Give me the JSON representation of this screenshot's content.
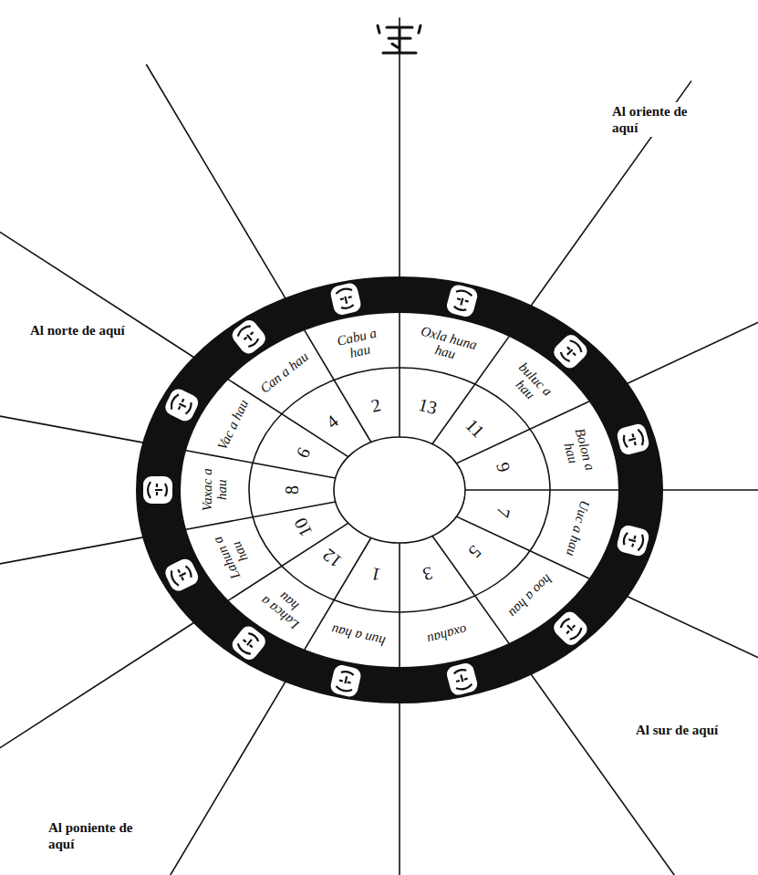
{
  "diagram": {
    "nodes": [
      {
        "text": [
          "Oxla huna hau"
        ]
      },
      {
        "text": [
          "buluc a hau"
        ]
      },
      {
        "text": [
          "Bolon a hau"
        ]
      },
      {
        "text": [
          "Uuc a hau"
        ]
      },
      {
        "text": [
          "hoo a hau"
        ]
      },
      {
        "text": [
          "oxahau"
        ]
      },
      {
        "text": [
          "hun a hau"
        ]
      },
      {
        "text": [
          "Lahca a hau"
        ]
      },
      {
        "text": [
          "Lahun a hau"
        ]
      },
      {
        "text": [
          "Vaxac a hau"
        ]
      },
      {
        "text": [
          "Vac a hau"
        ]
      },
      {
        "text": [
          "Can a hau"
        ]
      },
      {
        "text": [
          "Cabu a hau"
        ]
      },
      {
        "text": [
          "13"
        ]
      },
      {
        "text": [
          "11"
        ]
      },
      {
        "text": [
          "9"
        ]
      },
      {
        "text": [
          "7"
        ]
      },
      {
        "text": [
          "5"
        ]
      },
      {
        "text": [
          "3"
        ]
      },
      {
        "text": [
          "1"
        ]
      },
      {
        "text": [
          "12"
        ]
      },
      {
        "text": [
          "10"
        ]
      },
      {
        "text": [
          "8"
        ]
      },
      {
        "text": [
          "6"
        ]
      },
      {
        "text": [
          "4"
        ]
      },
      {
        "text": [
          "2"
        ]
      }
    ],
    "labels": [
      "Al oriente de aquí",
      "Al norte de aquí",
      "Al sur de aquí",
      "Al poniente de aquí"
    ]
  }
}
